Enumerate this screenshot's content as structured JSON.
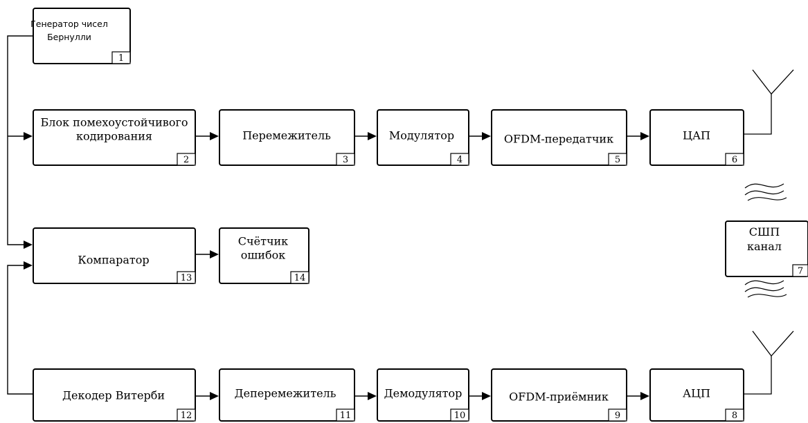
{
  "blocks": [
    {
      "id": 1,
      "lines": [
        "Генератор чисел",
        "Бернулли"
      ],
      "number": "1"
    },
    {
      "id": 2,
      "lines": [
        "Блок помехоустойчивого",
        "кодирования"
      ],
      "number": "2"
    },
    {
      "id": 3,
      "lines": [
        "Перемежитель"
      ],
      "number": "3"
    },
    {
      "id": 4,
      "lines": [
        "Модулятор"
      ],
      "number": "4"
    },
    {
      "id": 5,
      "lines": [
        "OFDM-передатчик"
      ],
      "number": "5"
    },
    {
      "id": 6,
      "lines": [
        "ЦАП"
      ],
      "number": "6"
    },
    {
      "id": 7,
      "lines": [
        "СШП",
        "канал"
      ],
      "number": "7"
    },
    {
      "id": 8,
      "lines": [
        "АЦП"
      ],
      "number": "8"
    },
    {
      "id": 9,
      "lines": [
        "OFDM-приёмник"
      ],
      "number": "9"
    },
    {
      "id": 10,
      "lines": [
        "Демодулятор"
      ],
      "number": "10"
    },
    {
      "id": 11,
      "lines": [
        "Деперемежитель"
      ],
      "number": "11"
    },
    {
      "id": 12,
      "lines": [
        "Декодер Витерби"
      ],
      "number": "12"
    },
    {
      "id": 13,
      "lines": [
        "Компаратор"
      ],
      "number": "13"
    },
    {
      "id": 14,
      "lines": [
        "Счётчик",
        "ошибок"
      ],
      "number": "14"
    }
  ]
}
